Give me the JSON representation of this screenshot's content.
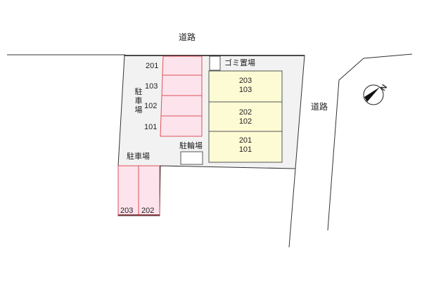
{
  "roads": {
    "top": "道路",
    "right": "道路"
  },
  "parking_left": {
    "label": "駐車場",
    "spaces": [
      "201",
      "103",
      "102",
      "101"
    ]
  },
  "parking_bottom": {
    "label": "駐車場",
    "spaces": [
      "203",
      "202"
    ]
  },
  "garbage": {
    "label": "ゴミ置場"
  },
  "bicycle": {
    "label": "駐輪場"
  },
  "buildings": [
    {
      "upper": "203",
      "lower": "103"
    },
    {
      "upper": "202",
      "lower": "102"
    },
    {
      "upper": "201",
      "lower": "101"
    }
  ],
  "compass": {
    "label": "N"
  },
  "colors": {
    "lot": "#f2f2f2",
    "parking_fill": "#fde4ec",
    "parking_stroke": "#e0505a",
    "building_fill": "#fdfbd4",
    "building_stroke": "#555555",
    "line": "#333333"
  }
}
